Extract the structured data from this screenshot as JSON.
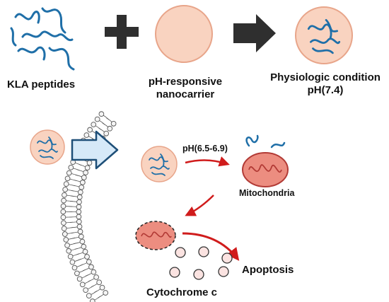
{
  "labels": {
    "kla_peptides": "KLA peptides",
    "nanocarrier_line1": "pH-responsive",
    "nanocarrier_line2": "nanocarrier",
    "physiologic_line1": "Physiologic condition",
    "physiologic_line2": "pH(7.4)",
    "acidic_ph": "pH(6.5-6.9)",
    "mitochondria": "Mitochondria",
    "apoptosis": "Apoptosis",
    "cytochrome_c": "Cytochrome c"
  },
  "colors": {
    "peptide": "#1f6fa8",
    "nanocarrier_fill": "#f9d3c0",
    "nanocarrier_stroke": "#e8a58a",
    "arrow_dark": "#2f2f2f",
    "membrane_head": "#f4f4f4",
    "membrane_stroke": "#555555",
    "red_arrow": "#d01c1c",
    "mito_fill": "#ec8d80",
    "mito_stroke": "#b23a35",
    "entry_arrow": "#d6e9f8",
    "entry_arrow_stroke": "#1e4f78"
  },
  "icons": [
    "plus-icon",
    "right-arrow-icon",
    "cell-membrane",
    "mitochondrion-icon",
    "cytochrome-c-dot"
  ]
}
